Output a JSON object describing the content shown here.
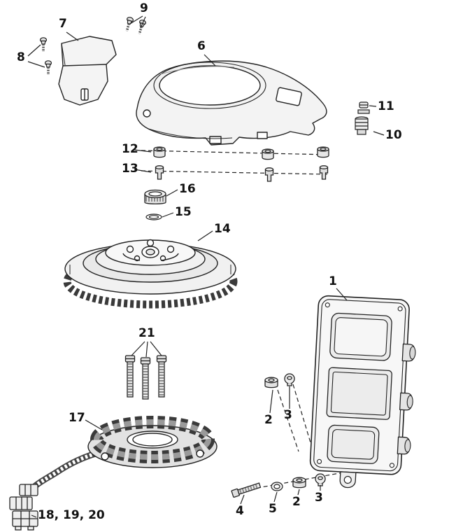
{
  "page": {
    "background": "#ffffff",
    "line_color": "#222222",
    "fill_light": "#f2f2f2"
  },
  "diagram": {
    "type": "exploded-parts-diagram",
    "description": "Outboard engine flywheel, stator and engine control module exploded parts view",
    "callouts": [
      {
        "text": "9",
        "part": "screws-top"
      },
      {
        "text": "7",
        "part": "small-cover"
      },
      {
        "text": "8",
        "part": "screws-left"
      },
      {
        "text": "6",
        "part": "flywheel-cover"
      },
      {
        "text": "11",
        "part": "small-cap"
      },
      {
        "text": "10",
        "part": "small-connector"
      },
      {
        "text": "12",
        "part": "grommet-row"
      },
      {
        "text": "13",
        "part": "bolt-row"
      },
      {
        "text": "16",
        "part": "center-cap"
      },
      {
        "text": "15",
        "part": "seal-ring"
      },
      {
        "text": "14",
        "part": "flywheel"
      },
      {
        "text": "1",
        "part": "engine-control-module"
      },
      {
        "text": "21",
        "part": "stator-bolts"
      },
      {
        "text": "17",
        "part": "stator"
      },
      {
        "text": "2",
        "part": "spacer-upper"
      },
      {
        "text": "3",
        "part": "grommet-upper"
      },
      {
        "text": "4",
        "part": "bolt"
      },
      {
        "text": "5",
        "part": "washer"
      },
      {
        "text": "2",
        "part": "spacer-lower"
      },
      {
        "text": "3",
        "part": "grommet-lower"
      },
      {
        "text": "18, 19, 20",
        "part": "harness-connectors"
      }
    ]
  }
}
